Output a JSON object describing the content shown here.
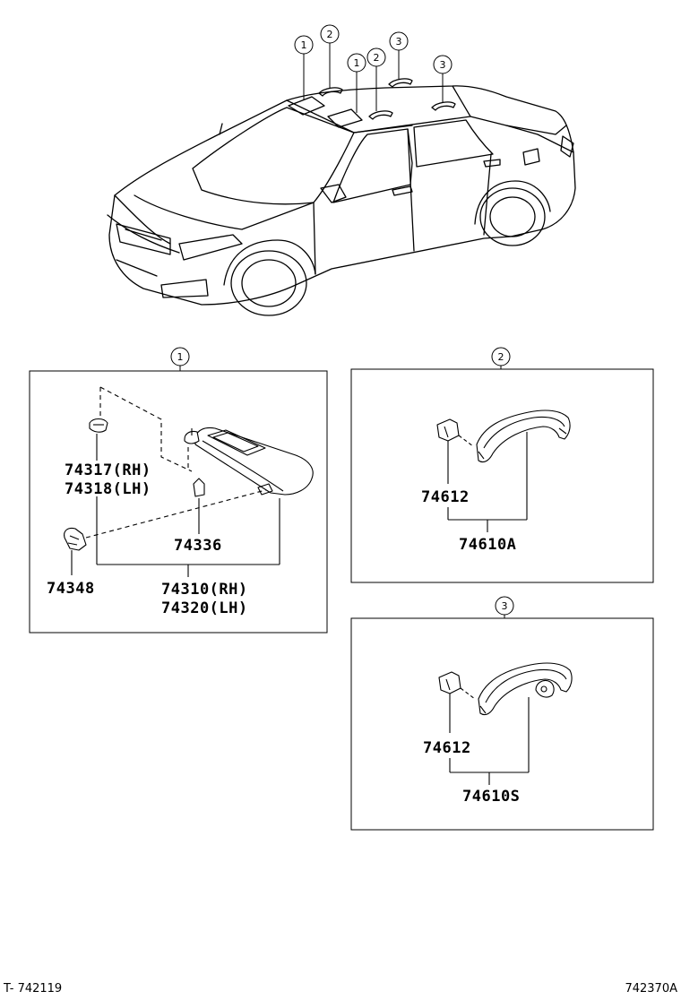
{
  "car_callouts": [
    {
      "number": "1"
    },
    {
      "number": "2"
    },
    {
      "number": "1"
    },
    {
      "number": "2"
    },
    {
      "number": "3"
    },
    {
      "number": "3"
    }
  ],
  "panels": [
    {
      "number": "1",
      "parts": {
        "p74317": "74317(RH)",
        "p74318": "74318(LH)",
        "p74336": "74336",
        "p74348": "74348",
        "p74310": "74310(RH)",
        "p74320": "74320(LH)"
      }
    },
    {
      "number": "2",
      "parts": {
        "p74612": "74612",
        "assy": "74610A"
      }
    },
    {
      "number": "3",
      "parts": {
        "p74612": "74612",
        "assy": "74610S"
      }
    }
  ],
  "footer": {
    "left": "T- 742119",
    "right": "742370A"
  }
}
